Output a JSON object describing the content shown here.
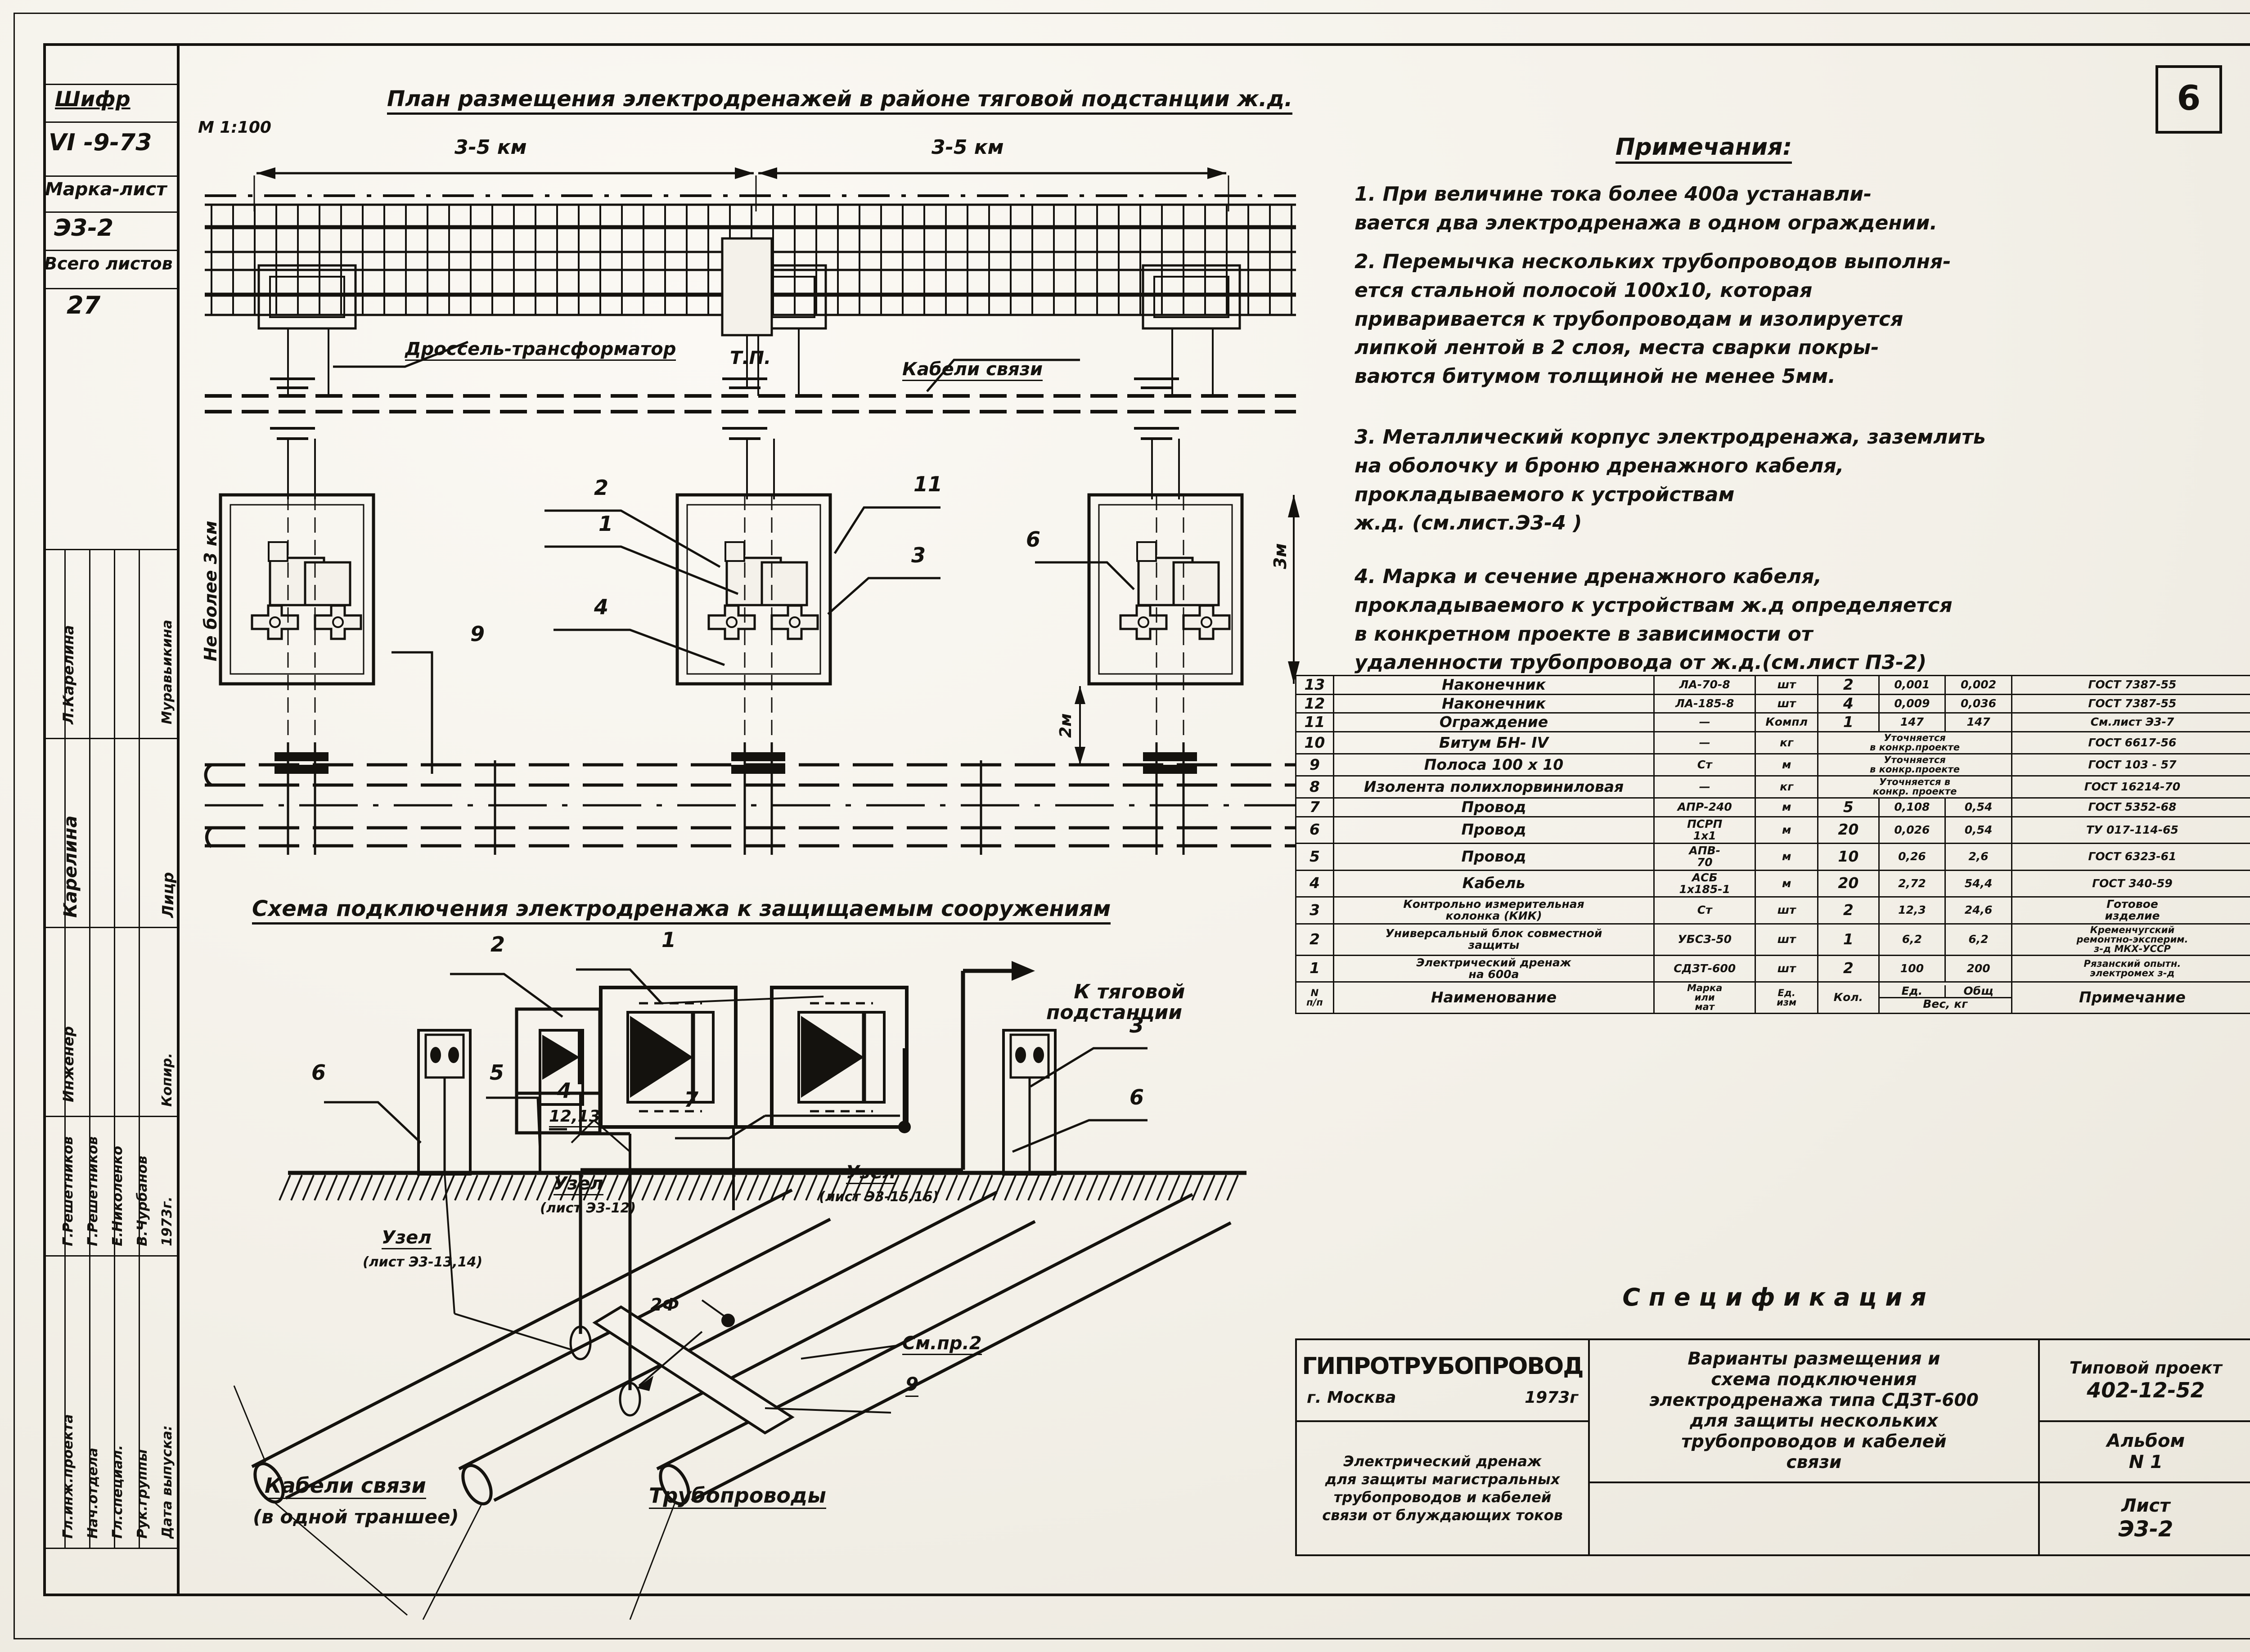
{
  "sheet": {
    "sheet_number_corner": "6",
    "left_block": {
      "shifr_label": "Шифр",
      "shifr_value": "VI -9-73",
      "marka_label": "Марка-лист",
      "marka_value": "Э3-2",
      "vsego_label": "Всего листов",
      "vsego_value": "27",
      "role_rows": [
        {
          "role": "Гл.инж.проекта",
          "name": "Г.Решетников"
        },
        {
          "role": "Нач.отдела",
          "name": "Г.Решетников"
        },
        {
          "role": "Гл.специал.",
          "name": "Е.Николенко"
        },
        {
          "role": "Рук.группы",
          "name": "В.Чурбанов"
        },
        {
          "role": "Дата выпуска:",
          "name": "1973г."
        }
      ],
      "side_names": [
        "Л.Карелина",
        "Карелина",
        "Инженер",
        "Муравьикина",
        "Лицр",
        "Копир."
      ]
    },
    "plan": {
      "title": "План размещения электродренажей в районе тяговой подстанции ж.д.",
      "scale": "М 1:100",
      "dim_left": "3-5 км",
      "dim_right": "3-5 км",
      "dim_vertical": "Не более 3 км",
      "dim_3m": "3м",
      "dim_2m": "2м",
      "labels": {
        "drossel": "Дроссель-трансформатор",
        "tp": "Т.П.",
        "kabeli_svyazi": "Кабели связи"
      },
      "callouts": [
        "1",
        "2",
        "3",
        "4",
        "6",
        "9",
        "11"
      ]
    },
    "scheme": {
      "title": "Схема подключения электродренажа к защищаемым сооружениям",
      "to_substation": "К тяговой\nподстанции",
      "callouts": [
        "1",
        "2",
        "3",
        "4",
        "5",
        "6",
        "7",
        "9",
        "12,13",
        "2Ф"
      ],
      "node_1": "Узел",
      "node_1_ref": "(лист Э3-13,14)",
      "node_2": "Узел",
      "node_2_ref": "(лист Э3-12)",
      "node_3": "Узел",
      "node_3_ref": "(лист Э3-15,16)",
      "see_pr2": "См.пр.2",
      "kabeli": "Кабели связи",
      "kabeli_sub": "(в одной траншее)",
      "truboprovody": "Трубопроводы"
    },
    "notes": {
      "heading": "Примечания:",
      "items": [
        "1. При величине тока более 400а устанавли-\nвается два электродренажа в одном ограждении.",
        "2. Перемычка нескольких трубопроводов выполня-\nется стальной полосой 100х10, которая\nприваривается к трубопроводам и изолируется\nлипкой лентой в 2 слоя, места сварки покры-\nваются битумом толщиной не менее 5мм.",
        "3. Металлический корпус электродренажа, заземлить\nна оболочку и броню дренажного кабеля,\nпрокладываемого к устройствам\nж.д. (см.лист.Э3-4 )",
        "4. Марка и сечение дренажного кабеля,\nпрокладываемого к устройствам ж.д определяется\nв конкретном проекте в зависимости от\nудаленности трубопровода от ж.д.(см.лист П3-2)"
      ]
    },
    "spec": {
      "caption": "С п е ц и ф и к а ц и я",
      "header": {
        "num": "N\nп/п",
        "name": "Наименование",
        "mark": "Марка\nили\nмат",
        "unit": "Ед.\nизм",
        "qty": "Кол.",
        "weight_group": "Вес, кг",
        "weight_unit": "Ед.",
        "weight_total": "Общ",
        "note": "Примечание"
      },
      "rows": [
        {
          "num": "13",
          "name": "Наконечник",
          "mark": "ЛА-70-8",
          "unit": "шт",
          "qty": "2",
          "w1": "0,001",
          "w2": "0,002",
          "note": "ГОСТ 7387-55"
        },
        {
          "num": "12",
          "name": "Наконечник",
          "mark": "ЛА-185-8",
          "unit": "шт",
          "qty": "4",
          "w1": "0,009",
          "w2": "0,036",
          "note": "ГОСТ 7387-55"
        },
        {
          "num": "11",
          "name": "Ограждение",
          "mark": "—",
          "unit": "Компл",
          "qty": "1",
          "w1": "147",
          "w2": "147",
          "note": "См.лист Э3-7"
        },
        {
          "num": "10",
          "name": "Битум  БН- IV",
          "mark": "—",
          "unit": "кг",
          "qty": "Уточняется\nв конкр.проекте",
          "w1": "",
          "w2": "",
          "note": "ГОСТ 6617-56",
          "merged": true
        },
        {
          "num": "9",
          "name": "Полоса  100 х 10",
          "mark": "Ст",
          "unit": "м",
          "qty": "Уточняется\nв конкр.проекте",
          "w1": "",
          "w2": "",
          "note": "ГОСТ 103 - 57",
          "merged": true
        },
        {
          "num": "8",
          "name": "Изолента полихлорвиниловая",
          "mark": "—",
          "unit": "кг",
          "qty": "Уточняется в\nконкр. проекте",
          "w1": "",
          "w2": "",
          "note": "ГОСТ 16214-70",
          "merged": true
        },
        {
          "num": "7",
          "name": "Провод",
          "mark": "АПР-240",
          "unit": "м",
          "qty": "5",
          "w1": "0,108",
          "w2": "0,54",
          "note": "ГОСТ 5352-68"
        },
        {
          "num": "6",
          "name": "Провод",
          "mark": "ПСРП\n1х1",
          "unit": "м",
          "qty": "20",
          "w1": "0,026",
          "w2": "0,54",
          "note": "ТУ 017-114-65"
        },
        {
          "num": "5",
          "name": "Провод",
          "mark": "АПВ-\n70",
          "unit": "м",
          "qty": "10",
          "w1": "0,26",
          "w2": "2,6",
          "note": "ГОСТ 6323-61"
        },
        {
          "num": "4",
          "name": "Кабель",
          "mark": "АСБ\n1х185-1",
          "unit": "м",
          "qty": "20",
          "w1": "2,72",
          "w2": "54,4",
          "note": "ГОСТ 340-59"
        },
        {
          "num": "3",
          "name": "Контрольно измерительная\nколонка    (КИК)",
          "mark": "Ст",
          "unit": "шт",
          "qty": "2",
          "w1": "12,3",
          "w2": "24,6",
          "note": "Готовое\nизделие"
        },
        {
          "num": "2",
          "name": "Универсальный блок совместной\nзащиты",
          "mark": "УБСЗ-50",
          "unit": "шт",
          "qty": "1",
          "w1": "6,2",
          "w2": "6,2",
          "note": "Кременчугский\nремонтно-эксперим.\nз-д   МКХ-УССР"
        },
        {
          "num": "1",
          "name": "Электрический дренаж\nна 600а",
          "mark": "СДЗТ-600",
          "unit": "шт",
          "qty": "2",
          "w1": "100",
          "w2": "200",
          "note": "Рязанский опытн.\nэлектромех з-д"
        }
      ]
    },
    "title_block": {
      "org": "ГИПРОТРУБОПРОВОД",
      "city": "г. Москва",
      "year": "1973г",
      "subject": "Электрический дренаж\nдля защиты магистральных\nтрубопроводов и кабелей\nсвязи от блуждающих токов",
      "drawing_title": "Варианты размещения и\nсхема подключения\nэлектродренажа типа СДЗТ-600\nдля защиты нескольких\nтрубопроводов и кабелей\nсвязи",
      "project_label": "Типовой проект",
      "project_number": "402-12-52",
      "album_label": "Альбом",
      "album_value": "N 1",
      "sheet_label": "Лист",
      "sheet_value": "Э3-2"
    }
  }
}
